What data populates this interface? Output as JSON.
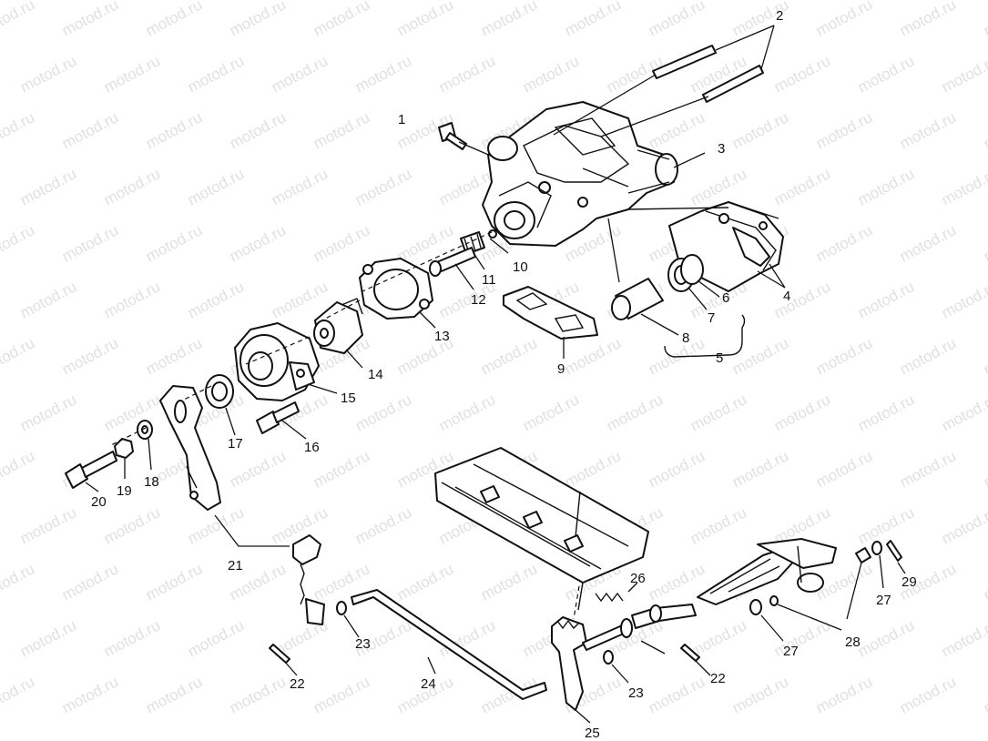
{
  "watermark": {
    "text": "motod.ru",
    "color": "#c8c8c8"
  },
  "callouts": [
    {
      "id": "c1",
      "label": "1"
    },
    {
      "id": "c2",
      "label": "2"
    },
    {
      "id": "c3",
      "label": "3"
    },
    {
      "id": "c4",
      "label": "4"
    },
    {
      "id": "c5",
      "label": "5"
    },
    {
      "id": "c6",
      "label": "6"
    },
    {
      "id": "c7",
      "label": "7"
    },
    {
      "id": "c8",
      "label": "8"
    },
    {
      "id": "c9",
      "label": "9"
    },
    {
      "id": "c10",
      "label": "10"
    },
    {
      "id": "c11",
      "label": "11"
    },
    {
      "id": "c12",
      "label": "12"
    },
    {
      "id": "c13",
      "label": "13"
    },
    {
      "id": "c14",
      "label": "14"
    },
    {
      "id": "c15",
      "label": "15"
    },
    {
      "id": "c16",
      "label": "16"
    },
    {
      "id": "c17",
      "label": "17"
    },
    {
      "id": "c18",
      "label": "18"
    },
    {
      "id": "c19",
      "label": "19"
    },
    {
      "id": "c20",
      "label": "20"
    },
    {
      "id": "c21",
      "label": "21"
    },
    {
      "id": "c22a",
      "label": "22"
    },
    {
      "id": "c22b",
      "label": "22"
    },
    {
      "id": "c23a",
      "label": "23"
    },
    {
      "id": "c23b",
      "label": "23"
    },
    {
      "id": "c24",
      "label": "24"
    },
    {
      "id": "c25",
      "label": "25"
    },
    {
      "id": "c26",
      "label": "26"
    },
    {
      "id": "c27a",
      "label": "27"
    },
    {
      "id": "c27b",
      "label": "27"
    },
    {
      "id": "c28",
      "label": "28"
    },
    {
      "id": "c29",
      "label": "29"
    }
  ]
}
